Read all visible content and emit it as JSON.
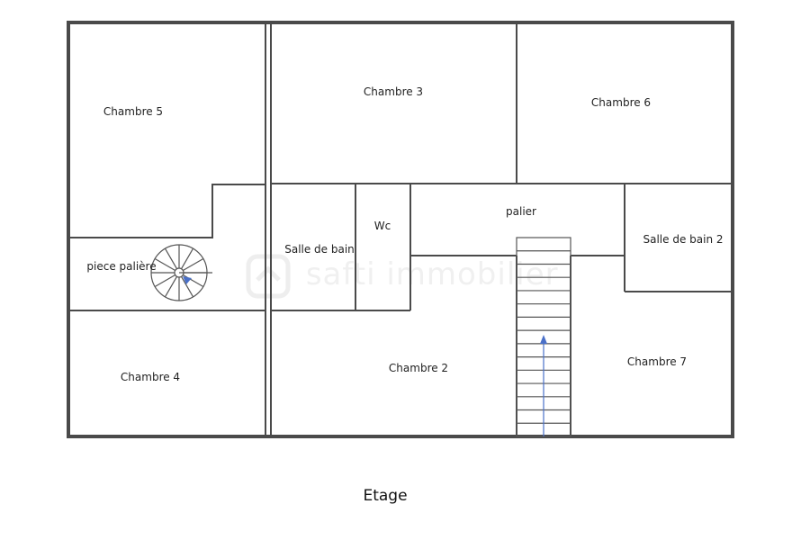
{
  "plan": {
    "rooms": {
      "chambre5": "Chambre 5",
      "chambre3": "Chambre 3",
      "chambre6": "Chambre 6",
      "piece_paliere": "piece palière",
      "salle_de_bain": "Salle de bain",
      "wc": "Wc",
      "palier": "palier",
      "salle_de_bain_2": "Salle de bain 2",
      "chambre4": "Chambre 4",
      "chambre2": "Chambre 2",
      "chambre7": "Chambre 7"
    },
    "caption": "Etage",
    "watermark": "safti immobilier"
  }
}
